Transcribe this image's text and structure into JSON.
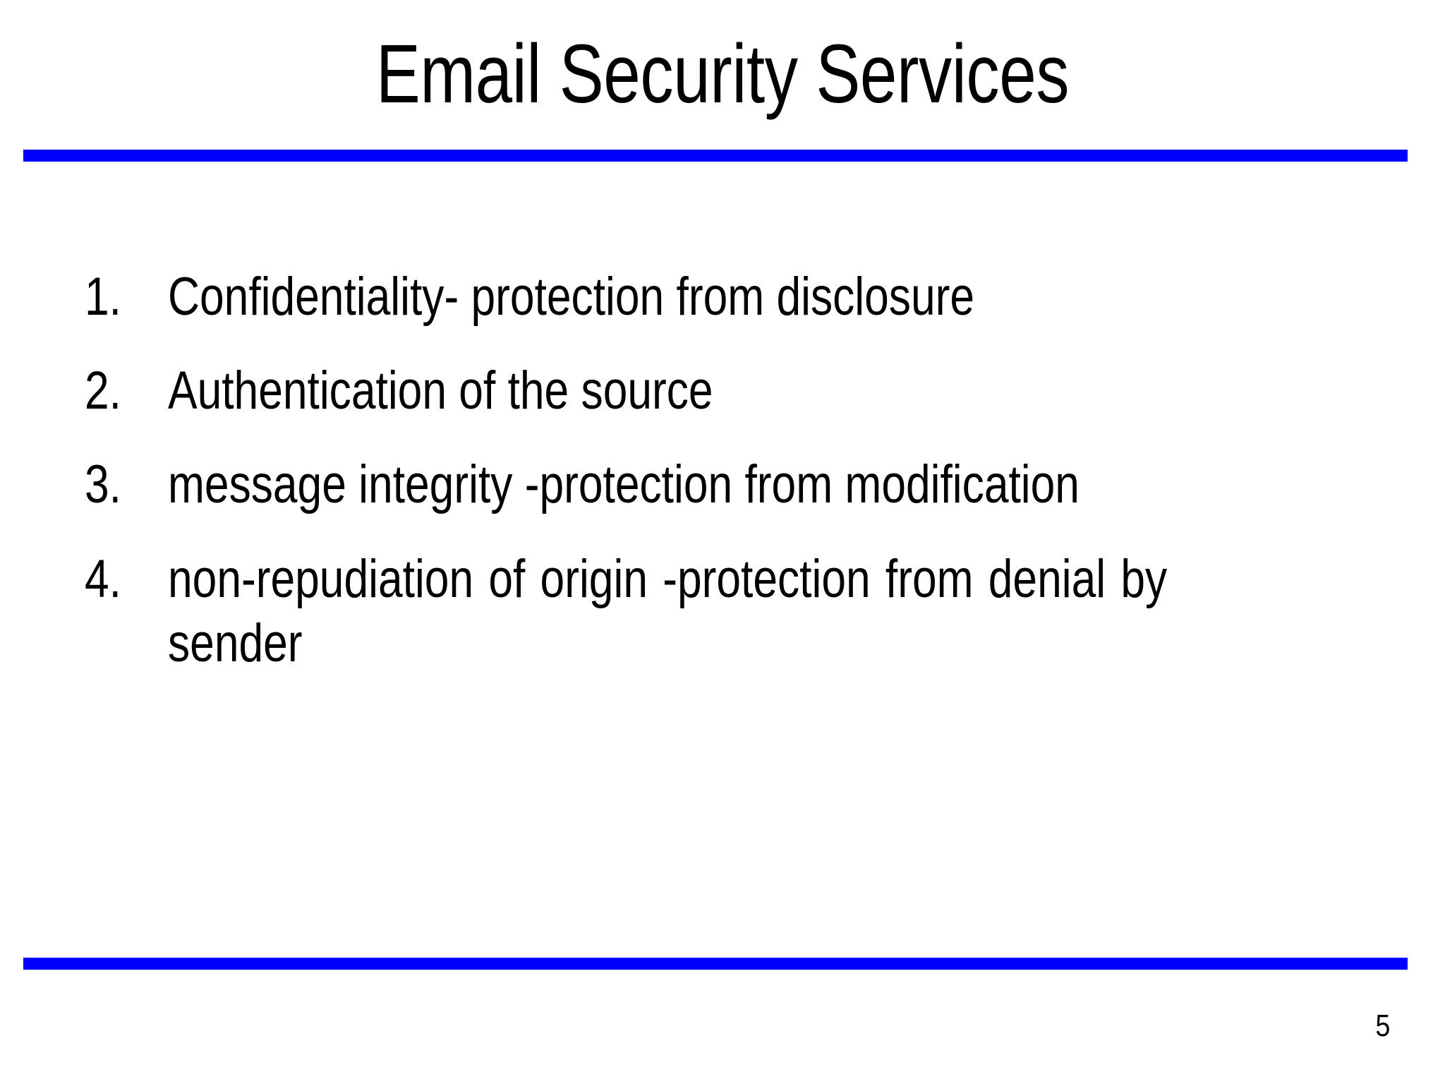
{
  "slide": {
    "title": "Email Security Services",
    "page_number": "5",
    "accent_color": "#0000FF",
    "text_color": "#000000",
    "background_color": "#FFFFFF"
  },
  "list": {
    "items": [
      {
        "marker": "1.",
        "text": "Confidentiality- protection from disclosure"
      },
      {
        "marker": "2.",
        "text": "Authentication of the source"
      },
      {
        "marker": "3.",
        "text": "message integrity -protection from modification"
      },
      {
        "marker": "4.",
        "text": "non-repudiation of origin -protection from denial by sender"
      }
    ]
  }
}
